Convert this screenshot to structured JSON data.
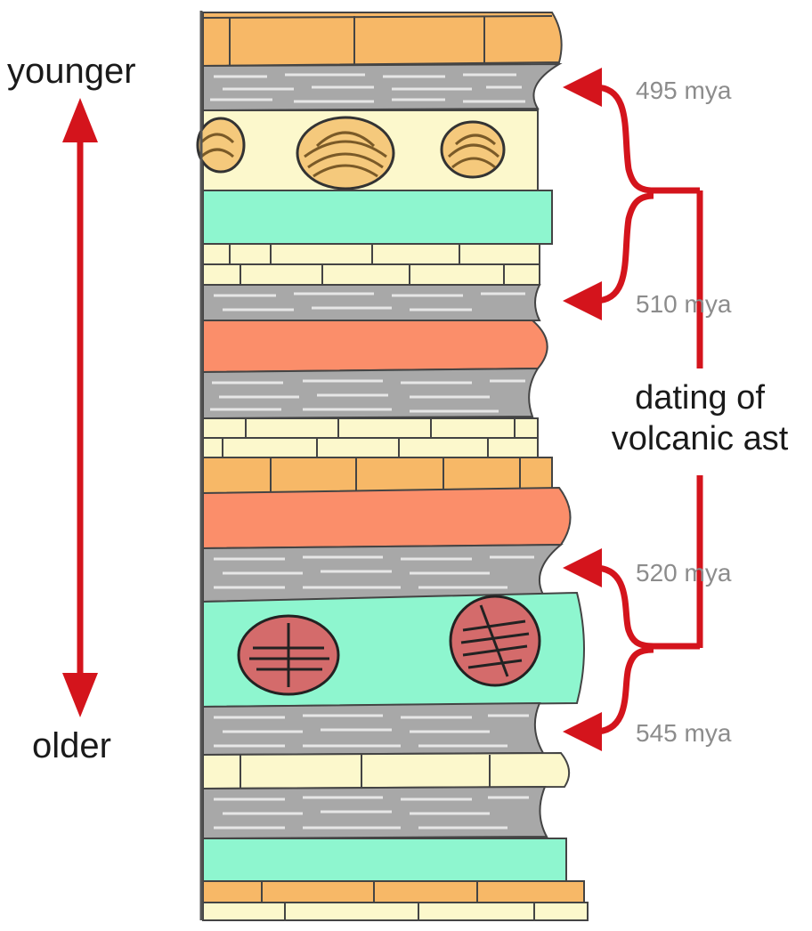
{
  "labels": {
    "younger": "younger",
    "older": "older",
    "caption_line1": "dating of",
    "caption_line2": "volcanic ast"
  },
  "dates": [
    "495 mya",
    "510 mya",
    "520 mya",
    "545 mya"
  ],
  "colors": {
    "arrow": "#d4141c",
    "sandstone": "#f7b867",
    "shale": "#a8a8a8",
    "limestone": "#fcf8cc",
    "ash": "#8ef6cf",
    "volcanic": "#fb8e6a",
    "fossil_shell": "#f5c97c",
    "trilobite": "#d46b6b",
    "outline": "#333333",
    "date_text": "#8c8c8c"
  },
  "strata": [
    {
      "type": "sandstone"
    },
    {
      "type": "shale"
    },
    {
      "type": "limestone",
      "fossil": "shell"
    },
    {
      "type": "ash"
    },
    {
      "type": "limestone"
    },
    {
      "type": "shale"
    },
    {
      "type": "volcanic"
    },
    {
      "type": "shale"
    },
    {
      "type": "limestone"
    },
    {
      "type": "sandstone"
    },
    {
      "type": "volcanic"
    },
    {
      "type": "shale"
    },
    {
      "type": "ash",
      "fossil": "trilobite"
    },
    {
      "type": "shale"
    },
    {
      "type": "limestone"
    },
    {
      "type": "shale"
    },
    {
      "type": "ash"
    },
    {
      "type": "sandstone"
    },
    {
      "type": "limestone"
    }
  ]
}
